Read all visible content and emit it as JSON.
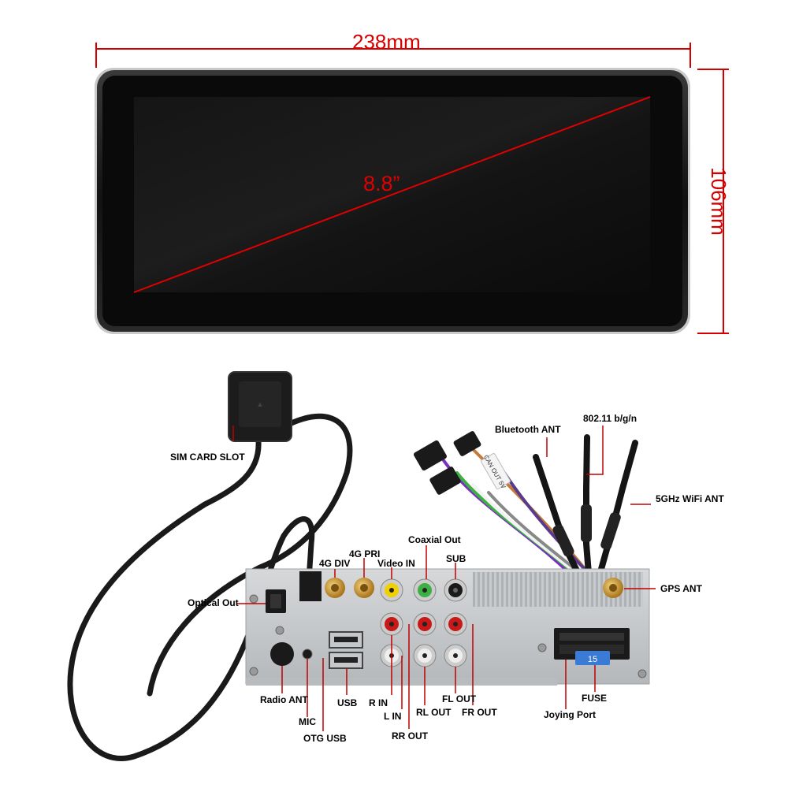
{
  "dimensions": {
    "width_label": "238mm",
    "height_label": "106mm",
    "diagonal_label": "8.8”"
  },
  "labels": {
    "sim_card_slot": "SIM CARD SLOT",
    "bluetooth_ant": "Bluetooth ANT",
    "wifi_24": "802.11 b/g/n",
    "wifi_5": "5GHz WiFi ANT",
    "coaxial_out": "Coaxial Out",
    "sub": "SUB",
    "g4_div": "4G DIV",
    "g4_pri": "4G PRI",
    "video_in": "Video IN",
    "gps_ant": "GPS ANT",
    "optical_out": "Optical Out",
    "radio_ant": "Radio ANT",
    "mic": "MIC",
    "otg_usb": "OTG USB",
    "usb": "USB",
    "r_in": "R IN",
    "l_in": "L IN",
    "rr_out": "RR OUT",
    "rl_out": "RL OUT",
    "fl_out": "FL OUT",
    "fr_out": "FR OUT",
    "joying_port": "Joying Port",
    "fuse": "FUSE"
  },
  "fuse_value": "15",
  "cable_label": "CAN OUT 5V",
  "colors": {
    "dimension_red": "#d40000",
    "rca_red": "#c81818",
    "rca_white": "#eeeeee",
    "rca_yellow": "#f0d000",
    "rca_green": "#3cb043",
    "gold_connector": "#c8962e",
    "fuse_blue": "#3a7bd5",
    "chassis": "#c9ccce"
  }
}
